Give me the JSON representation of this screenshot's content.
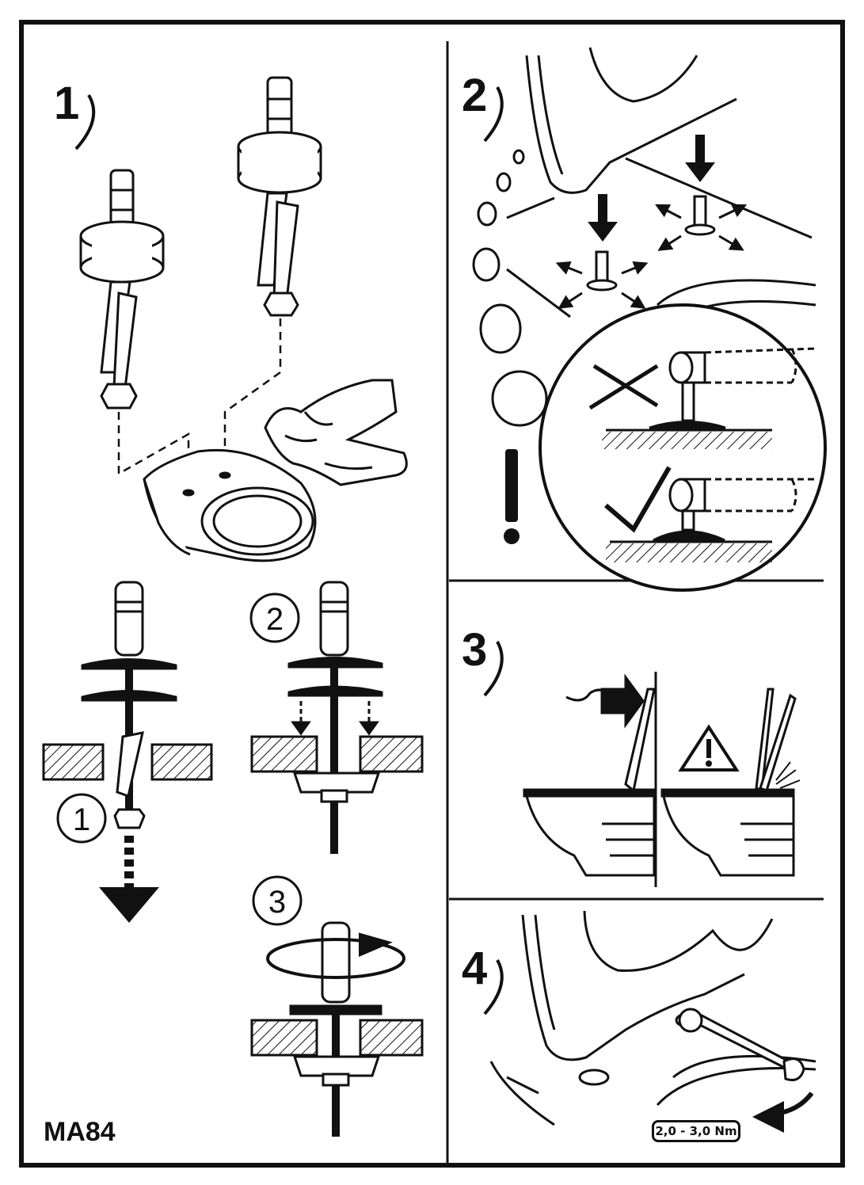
{
  "steps": {
    "s1": "1",
    "s2": "2",
    "s3": "3",
    "s4": "4"
  },
  "substeps": {
    "a": "1",
    "b": "2",
    "c": "3"
  },
  "model_code": "MA84",
  "torque_label": "2,0 - 3,0 Nm",
  "icons": [
    "cross-mark-icon",
    "check-mark-icon",
    "warning-triangle-icon",
    "exclamation-icon",
    "rotate-arrow-icon",
    "down-arrow-icon",
    "wrench-icon",
    "cloth-icon"
  ]
}
